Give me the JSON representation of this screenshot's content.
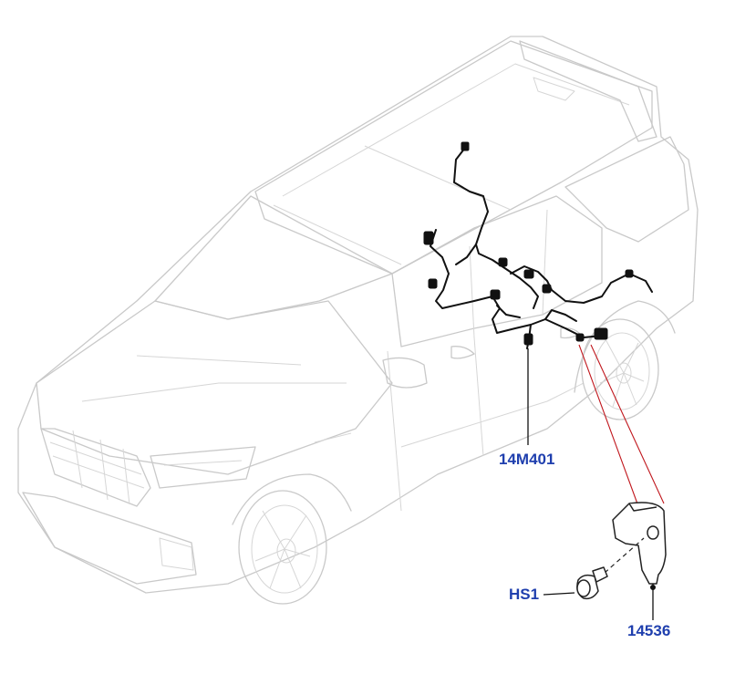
{
  "callouts": {
    "harness_part": "14M401",
    "screw_part": "HS1",
    "bracket_part": "14536"
  },
  "colors": {
    "callout_text": "#1f3fae",
    "car_outline": "#c9c9c9",
    "harness": "#111111",
    "detail_leader": "#c0161c"
  },
  "icons": {
    "vehicle": "suv-outline-icon",
    "harness": "wiring-harness-icon",
    "screw": "screw-icon",
    "bracket": "bracket-icon"
  }
}
